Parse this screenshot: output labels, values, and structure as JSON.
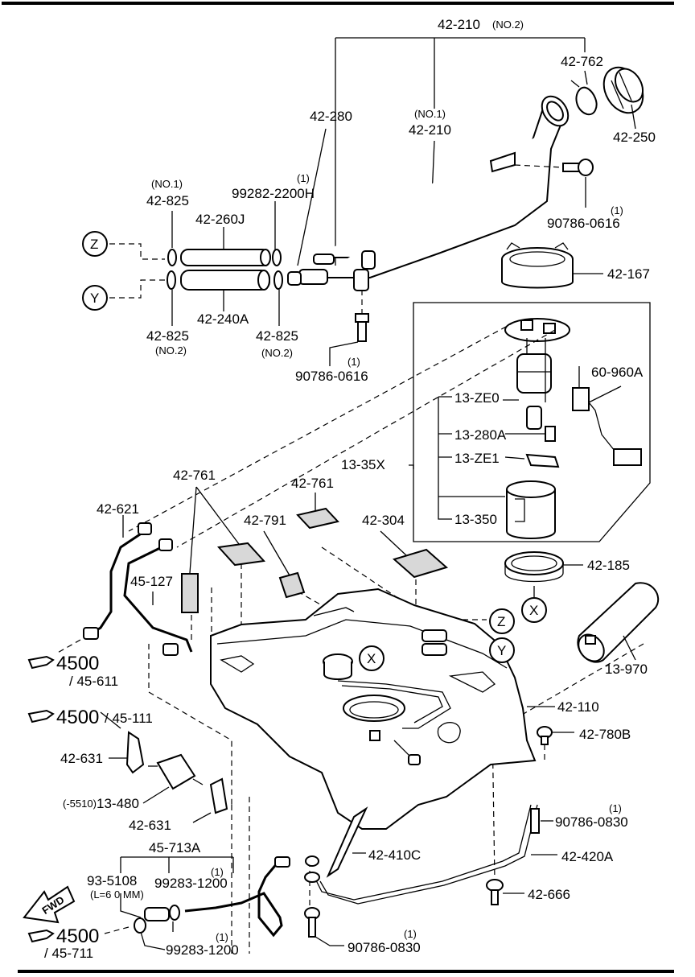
{
  "callouts": {
    "c_42_210_no2": "42-210",
    "c_no2_paren": "(NO.2)",
    "c_42_762": "42-762",
    "c_42_280": "42-280",
    "c_no1_paren": "(NO.1)",
    "c_42_210_no1": "42-210",
    "c_42_250": "42-250",
    "c_one_a": "(1)",
    "c_99282": "99282-2200H",
    "c_no1_825": "(NO.1)",
    "c_42_825_a": "42-825",
    "c_42_260j": "42-260J",
    "c_one_b": "(1)",
    "c_90786_0616_a": "90786-0616",
    "c_42_167": "42-167",
    "c_42_240a": "42-240A",
    "c_42_825_b": "42-825",
    "c_no2_b": "(NO.2)",
    "c_42_825_c": "42-825",
    "c_no2_c": "(NO.2)",
    "c_one_c": "(1)",
    "c_90786_0616_b": "90786-0616",
    "c_60_960a": "60-960A",
    "c_13_ze0": "13-ZE0",
    "c_13_280a": "13-280A",
    "c_13_35x": "13-35X",
    "c_13_ze1": "13-ZE1",
    "c_42_761_a": "42-761",
    "c_42_761_b": "42-761",
    "c_42_621": "42-621",
    "c_42_791": "42-791",
    "c_42_304": "42-304",
    "c_13_350": "13-350",
    "c_42_185": "42-185",
    "c_45_127": "45-127",
    "c_13_970": "13-970",
    "c_4500_a": "4500",
    "c_45_611": "/ 45-611",
    "c_4500_b": "4500",
    "c_45_111": "/ 45-111",
    "c_42_110": "42-110",
    "c_42_780b": "42-780B",
    "c_42_631_a": "42-631",
    "c_5510": "(-5510)",
    "c_13_480": "13-480",
    "c_42_631_b": "42-631",
    "c_one_d": "(1)",
    "c_90786_0830_a": "90786-0830",
    "c_45_713a": "45-713A",
    "c_42_410c": "42-410C",
    "c_42_420a": "42-420A",
    "c_93_5108": "93-5108",
    "c_l60": "(L=6 0 MM)",
    "c_one_e": "(1)",
    "c_99283_a": "99283-1200",
    "c_42_666": "42-666",
    "c_fwd": "FWD",
    "c_4500_c": "4500",
    "c_45_711": "/ 45-711",
    "c_one_f": "(1)",
    "c_99283_b": "99283-1200",
    "c_one_g": "(1)",
    "c_90786_0830_b": "90786-0830"
  },
  "markers": {
    "z_left": "Z",
    "y_left": "Y",
    "z_right": "Z",
    "y_right": "Y",
    "x_pump": "X",
    "x_tank": "X"
  },
  "icons": {
    "reference_pointer": "pointing-hand-icon",
    "forward": "fwd-arrow-icon"
  }
}
